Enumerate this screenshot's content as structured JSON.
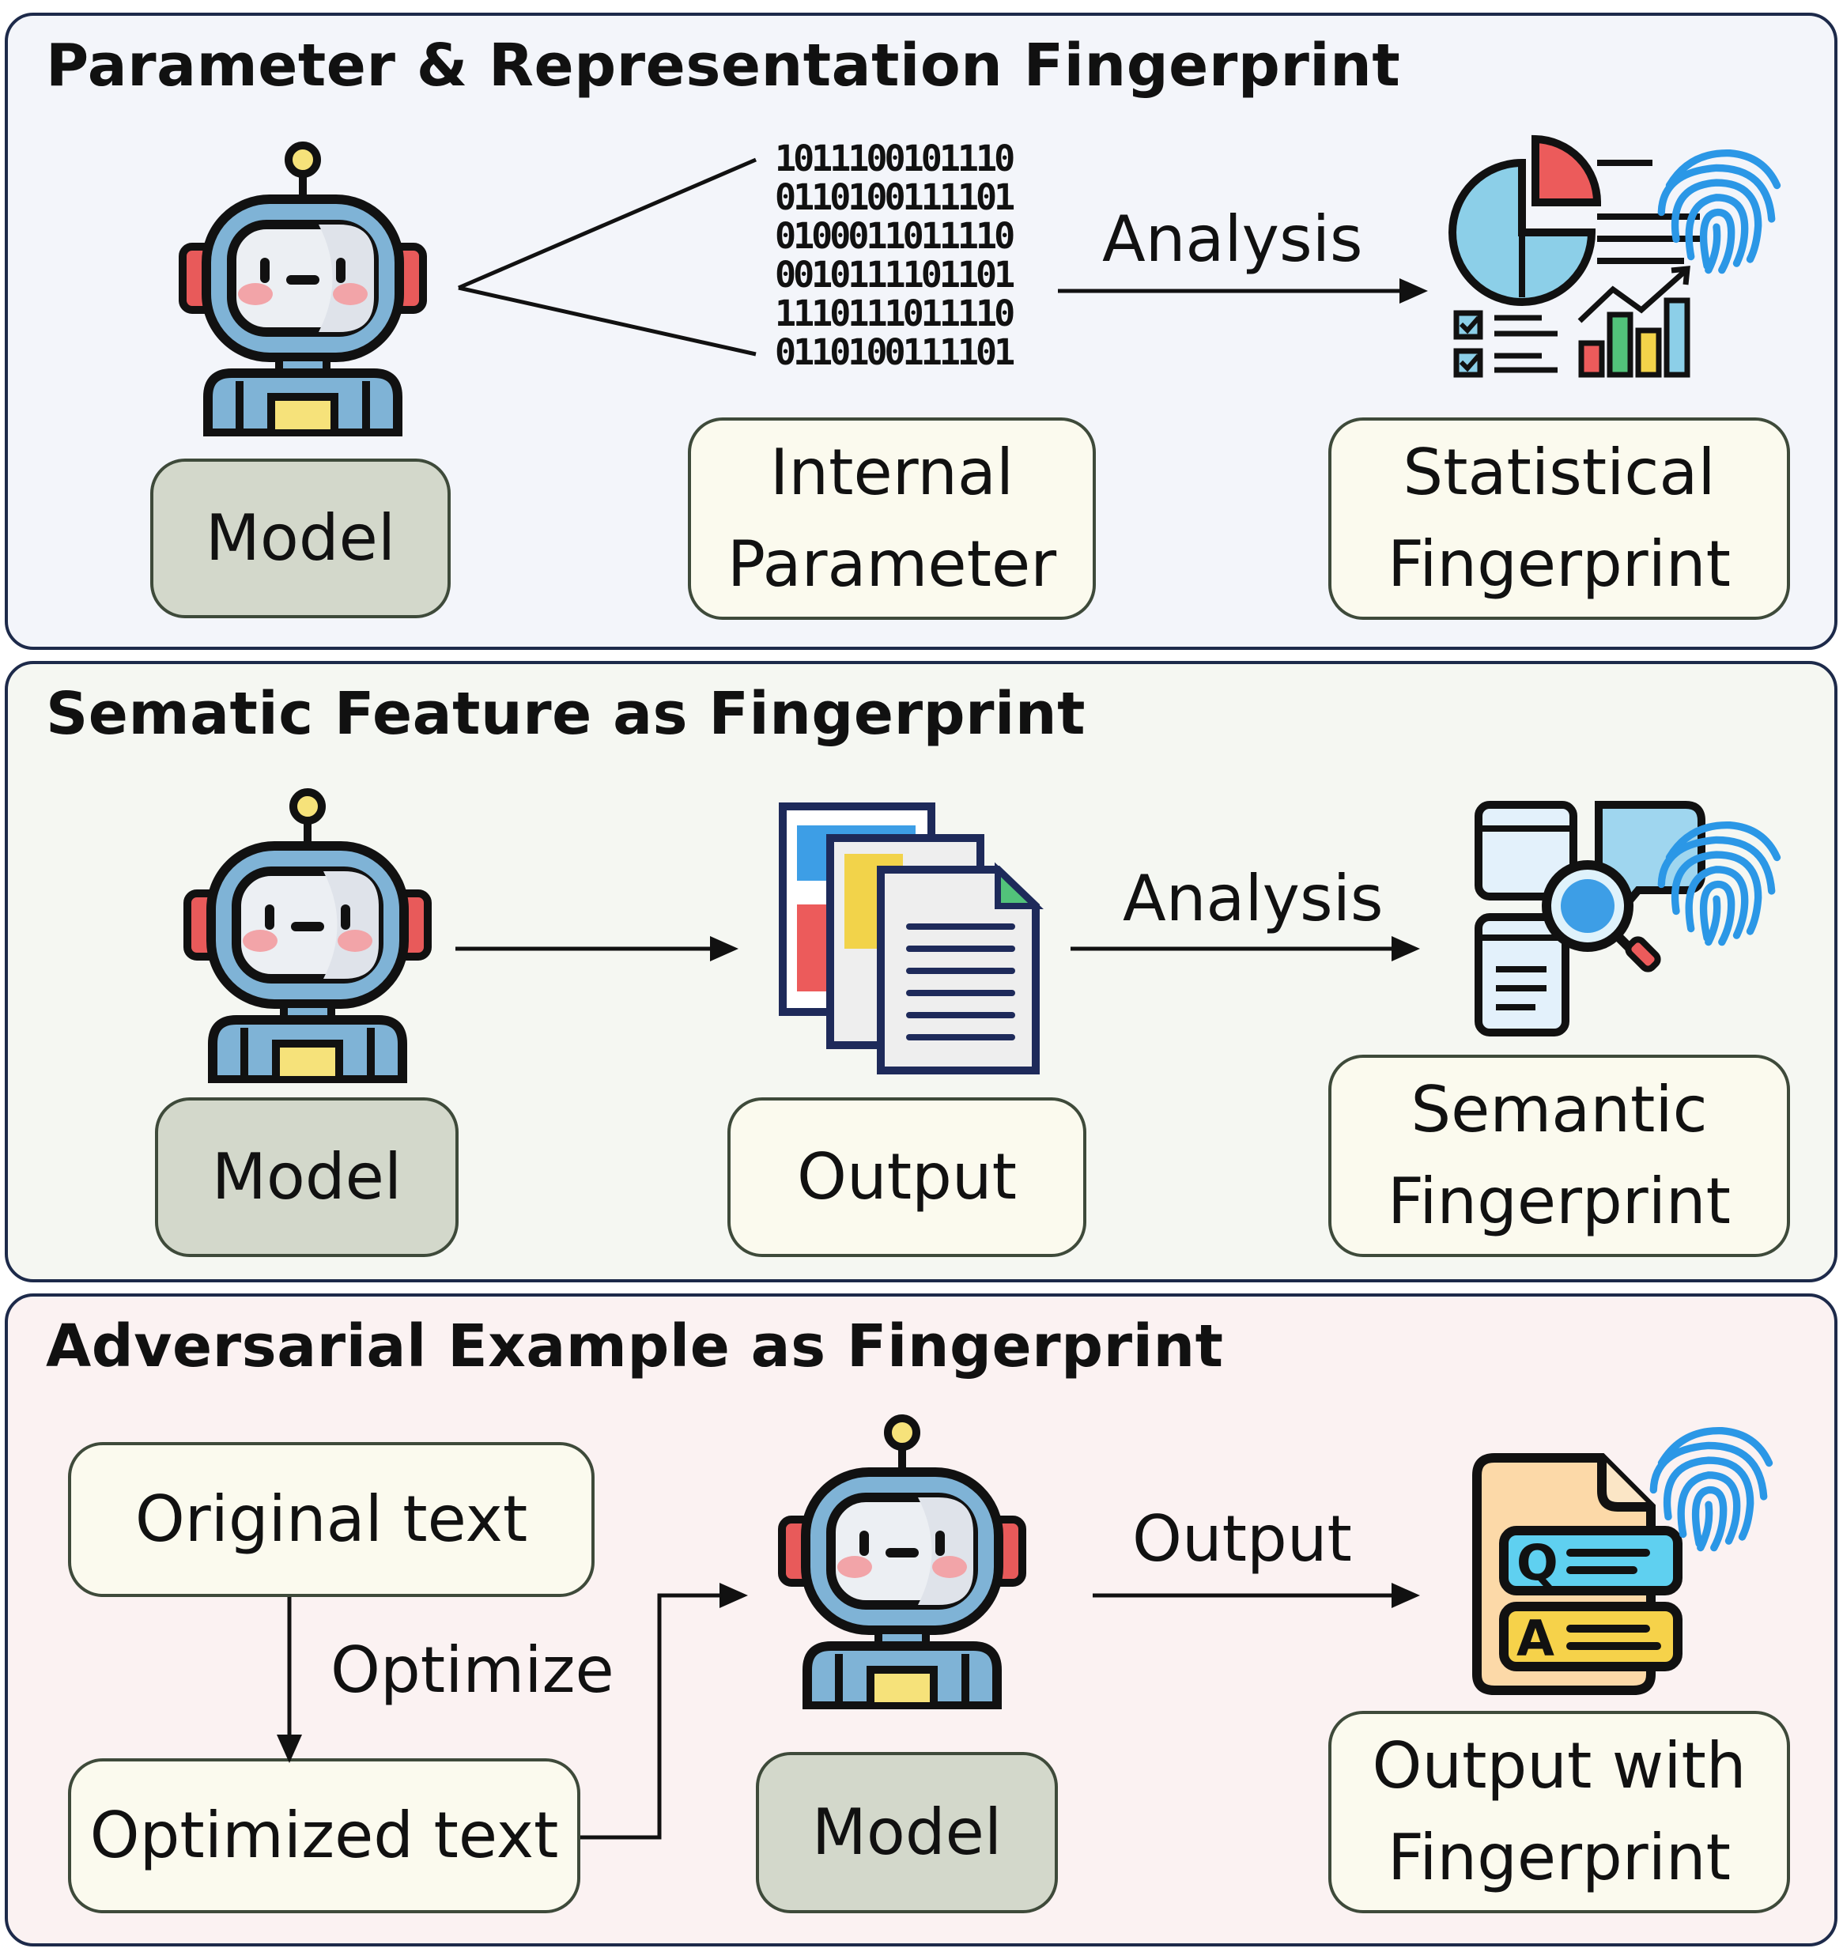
{
  "panels": [
    {
      "title": "Parameter & Representation Fingerprint",
      "model_label": "Model",
      "parameter_label_line1": "Internal",
      "parameter_label_line2": "Parameter",
      "arrow_label": "Analysis",
      "result_label_line1": "Statistical",
      "result_label_line2": "Fingerprint",
      "binary_rows": [
        "1011100101110",
        "0110100111101",
        "0100011011110",
        "0010111101101",
        "1110111011110",
        "0110100111101"
      ]
    },
    {
      "title": "Sematic Feature as Fingerprint",
      "model_label": "Model",
      "output_label": "Output",
      "arrow_label": "Analysis",
      "result_label_line1": "Semantic",
      "result_label_line2": "Fingerprint"
    },
    {
      "title": "Adversarial Example as Fingerprint",
      "original_label": "Original text",
      "optimize_label": "Optimize",
      "optimized_label": "Optimized text",
      "model_label": "Model",
      "arrow_label": "Output",
      "result_label_line1": "Output with",
      "result_label_line2": "Fingerprint",
      "qa_q": "Q",
      "qa_a": "A"
    }
  ],
  "colors": {
    "panel1_bg": "#f3f5fa",
    "panel2_bg": "#f5f7f2",
    "panel3_bg": "#fbf2f2",
    "fingerprint": "#2b97e6",
    "robot_body": "#7fb3d6",
    "robot_face": "#eceff3"
  }
}
